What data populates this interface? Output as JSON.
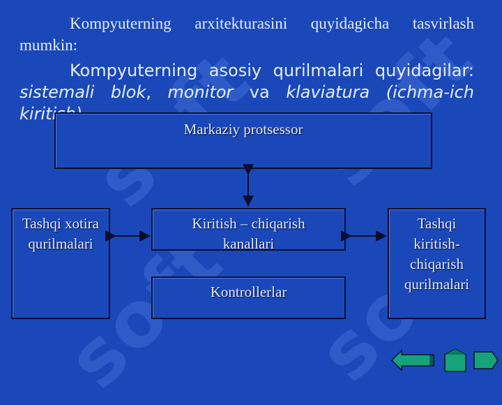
{
  "paragraph1": {
    "text": "Kompyuterning arxitekturasini quyidagicha tasvirlash mumkin:"
  },
  "paragraph2": {
    "lead": "Kompyuterning asosiy qurilmalari quyidagilar: ",
    "item1": "sistemali blok",
    "sep1": ", ",
    "item2": "monitor",
    "sep2": " va ",
    "item3": "klaviatura (ichma-ich kiritish)."
  },
  "diagram": {
    "cpu": "Markaziy protsessor",
    "io_channels": "Kiritish – chiqarish kanallari",
    "controllers": "Kontrollerlar",
    "external_memory": "Tashqi xotira qurilmalari",
    "external_io": "Tashqi kiritish-chiqarish qurilmalari"
  },
  "navigation": {
    "back_icon": "back-arrow-icon",
    "prev_icon": "prev-icon",
    "next_icon": "next-icon"
  },
  "watermark": {
    "text": "soft"
  },
  "colors": {
    "background": "#1a48b8",
    "text": "#e6ecff",
    "border": "#0a0f30",
    "nav_button": "#17a37a"
  }
}
